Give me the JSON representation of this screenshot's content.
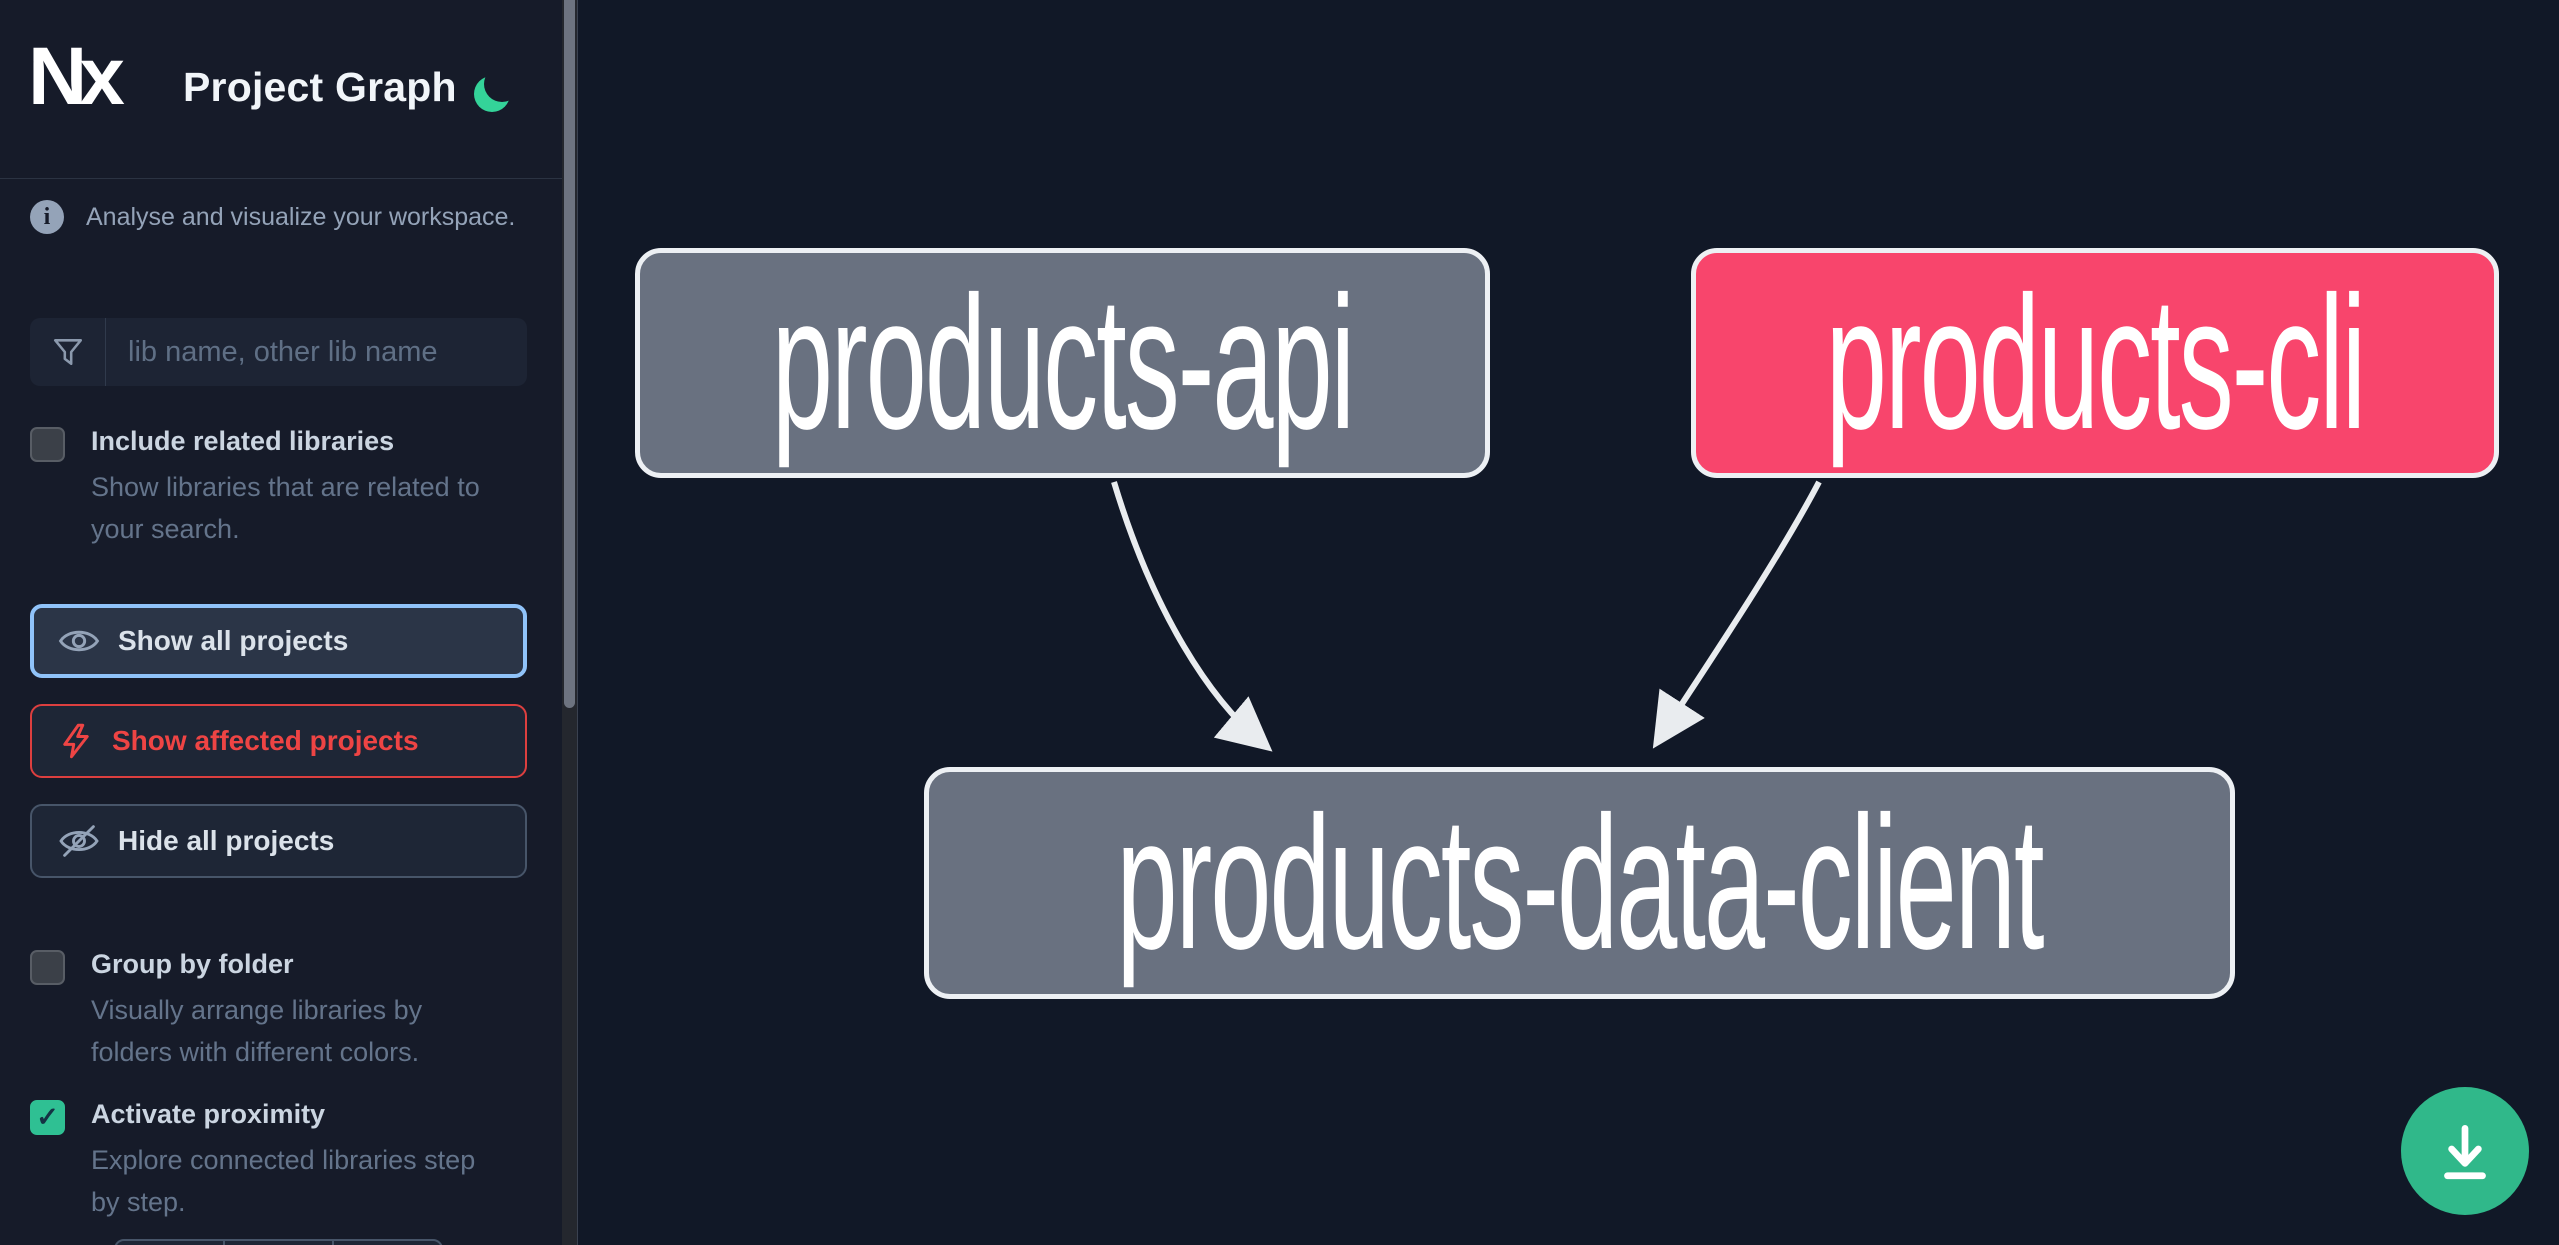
{
  "header": {
    "logo_text": "Nx",
    "title": "Project Graph"
  },
  "icons": {
    "info": "i",
    "check": "✓"
  },
  "sidebar": {
    "tagline": "Analyse and visualize your workspace.",
    "search": {
      "placeholder": "lib name, other lib name"
    },
    "options": [
      {
        "label": "Include related libraries",
        "description": "Show libraries that are related to your search.",
        "checked": false
      },
      {
        "label": "Group by folder",
        "description": "Visually arrange libraries by folders with different colors.",
        "checked": false
      },
      {
        "label": "Activate proximity",
        "description": "Explore connected libraries step by step.",
        "checked": true
      }
    ],
    "buttons": [
      {
        "label": "Show all projects",
        "icon": "eye-icon",
        "state": "focused"
      },
      {
        "label": "Show affected projects",
        "icon": "bolt-icon",
        "state": "affected"
      },
      {
        "label": "Hide all projects",
        "icon": "eye-off-icon",
        "state": "default"
      }
    ]
  },
  "graph": {
    "nodes": [
      {
        "id": "products-api",
        "label": "products-api",
        "color": "#697180",
        "type": "project"
      },
      {
        "id": "products-cli",
        "label": "products-cli",
        "color": "#f8456c",
        "type": "affected-project"
      },
      {
        "id": "products-data-client",
        "label": "products-data-client",
        "color": "#697180",
        "type": "project"
      }
    ],
    "edges": [
      {
        "source": "products-api",
        "target": "products-data-client"
      },
      {
        "source": "products-cli",
        "target": "products-data-client"
      }
    ]
  },
  "colors": {
    "accent_green": "#34d399",
    "affected_red": "#ee4444",
    "focus_blue": "#90c3f9",
    "node_border": "#edf0f4",
    "edge": "#e9ecef",
    "download_green": "#30b88a"
  }
}
